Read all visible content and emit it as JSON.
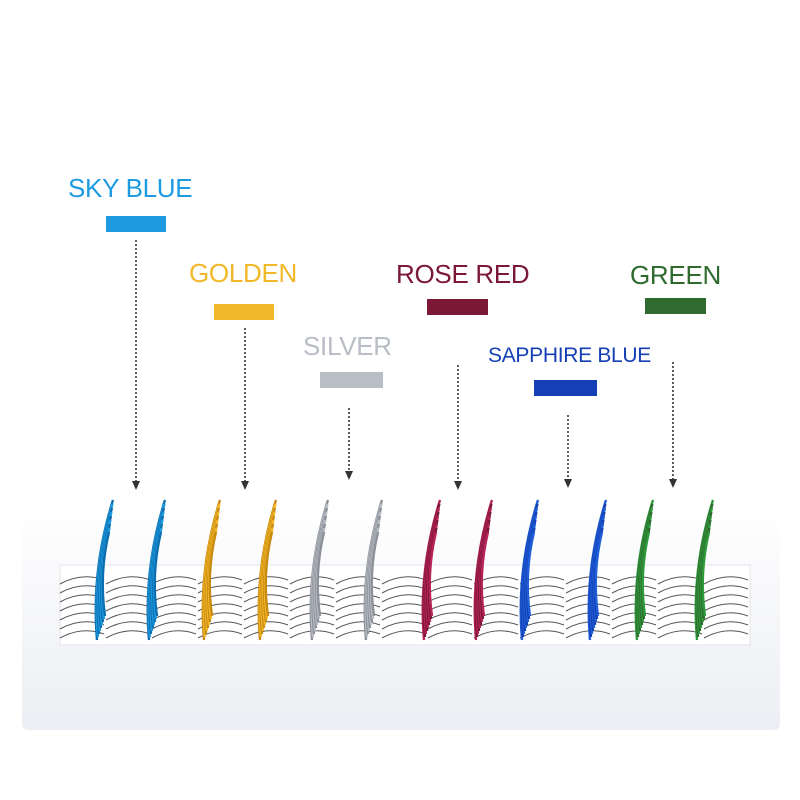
{
  "colors": [
    {
      "name": "SKY BLUE",
      "hex": "#1e9be0",
      "shade": "#0d6fb0"
    },
    {
      "name": "GOLDEN",
      "hex": "#f2b82a",
      "shade": "#c98a10"
    },
    {
      "name": "SILVER",
      "hex": "#b9bdc5",
      "shade": "#8c9098"
    },
    {
      "name": "ROSE RED",
      "hex": "#7a1836",
      "shade": "#b8235a"
    },
    {
      "name": "SAPPHIRE BLUE",
      "hex": "#1540b5",
      "shade": "#1f5fd8"
    },
    {
      "name": "GREEN",
      "hex": "#2f6b2e",
      "shade": "#2e9a3c"
    }
  ],
  "tray_color": "#f4f5f8",
  "lash_base_color": "#2a2a2a"
}
